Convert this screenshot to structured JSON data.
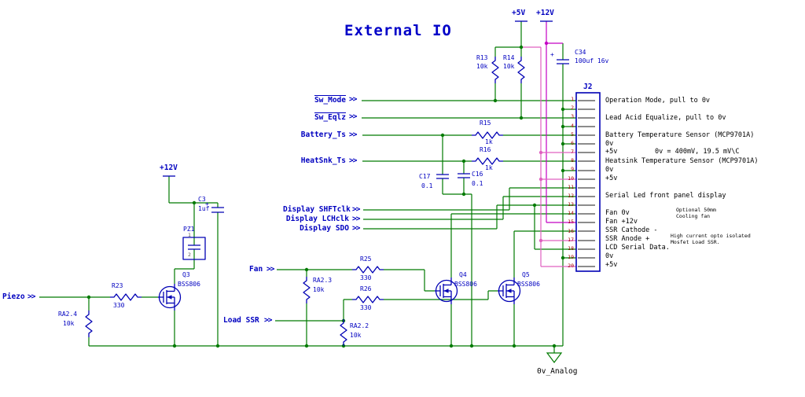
{
  "title": "External IO",
  "rails": {
    "p5": "+5V",
    "p12": "+12V",
    "p12_piezo": "+12V",
    "gnd": "0v_Analog"
  },
  "ports": {
    "chev": ">>",
    "sw_mode": "Sw_Mode",
    "sw_eqlz": "Sw_Eqlz",
    "battery_ts": "Battery_Ts",
    "heatsnk_ts": "HeatSnk_Ts",
    "disp_shftclk": "Display SHFTclk",
    "disp_lchclk": "Display LCHclk",
    "disp_sdo": "Display SDO",
    "piezo": "Piezo",
    "fan": "Fan",
    "load_ssr": "Load SSR"
  },
  "parts": {
    "r13": {
      "ref": "R13",
      "val": "10k"
    },
    "r14": {
      "ref": "R14",
      "val": "10k"
    },
    "r15": {
      "ref": "R15",
      "val": "1k"
    },
    "r16": {
      "ref": "R16",
      "val": "1k"
    },
    "r23": {
      "ref": "R23",
      "val": "330"
    },
    "r25": {
      "ref": "R25",
      "val": "330"
    },
    "r26": {
      "ref": "R26",
      "val": "330"
    },
    "ra22": {
      "ref": "RA2.2",
      "val": "10k"
    },
    "ra23": {
      "ref": "RA2.3",
      "val": "10k"
    },
    "ra24": {
      "ref": "RA2.4",
      "val": "10k"
    },
    "c3": {
      "ref": "C3",
      "val": "1uf",
      "plus": "+"
    },
    "c16": {
      "ref": "C16",
      "val": "0.1"
    },
    "c17": {
      "ref": "C17",
      "val": "0.1"
    },
    "c34": {
      "ref": "C34",
      "val": "100uf 16v",
      "plus": "+"
    },
    "q3": {
      "ref": "Q3",
      "val": "BSS806"
    },
    "q4": {
      "ref": "Q4",
      "val": "BSS806"
    },
    "q5": {
      "ref": "Q5",
      "val": "BSS806"
    },
    "pz1": {
      "ref": "PZ1",
      "pin1": "1",
      "pin2": "2"
    }
  },
  "connector": {
    "ref": "J2",
    "pins": [
      "1",
      "2",
      "3",
      "4",
      "5",
      "6",
      "7",
      "8",
      "9",
      "10",
      "11",
      "12",
      "13",
      "14",
      "15",
      "16",
      "17",
      "18",
      "19",
      "20"
    ],
    "desc": [
      "Operation Mode, pull to 0v",
      "Lead Acid Equalize, pull to 0v",
      "Battery Temperature Sensor (MCP9701A)",
      "0v",
      "+5v",
      "Heatsink Temperature Sensor (MCP9701A)",
      "0v",
      "+5v",
      "Serial Led front panel display",
      "Fan 0v",
      "Fan +12v",
      "SSR Cathode -",
      "SSR Anode +",
      "LCD Serial Data.",
      "0v",
      "+5v"
    ],
    "notes": {
      "cal": "0v = 400mV, 19.5 mV\\C",
      "fan1": "Optional 50mm",
      "fan2": "Cooling fan",
      "ssr1": "High current opto isolated",
      "ssr2": "Mosfet Load SSR."
    }
  }
}
